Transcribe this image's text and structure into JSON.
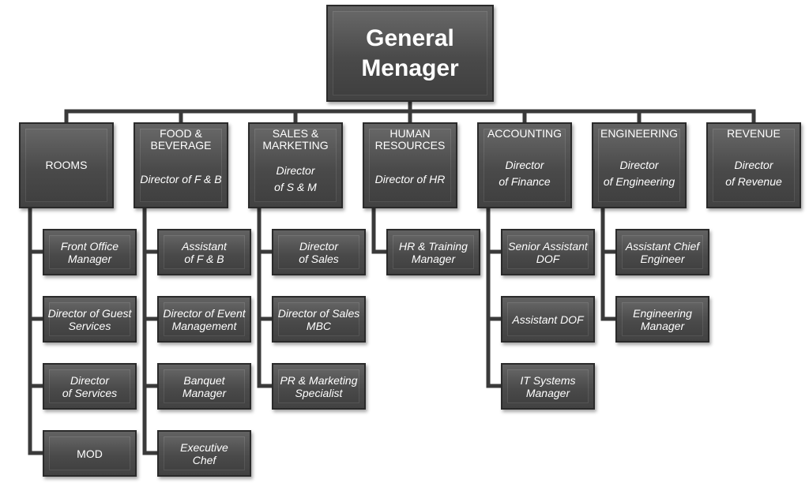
{
  "general_manager": "General\nMenager",
  "departments": [
    {
      "title": "ROOMS",
      "director": "",
      "roles": [
        "Front Office\nManager",
        "Director of Guest\nServices",
        "Director\nof Services",
        "MOD"
      ]
    },
    {
      "title": "FOOD &\nBEVERAGE",
      "director": "Director of F & B",
      "roles": [
        "Assistant\nof F & B",
        "Director of Event\nManagement",
        "Banquet\nManager",
        "Executive\nChef"
      ]
    },
    {
      "title": "SALES &\nMARKETING",
      "director": "Director\nof S & M",
      "roles": [
        "Director\nof Sales",
        "Director of Sales\nMBC",
        "PR & Marketing\nSpecialist"
      ]
    },
    {
      "title": "HUMAN\nRESOURCES",
      "director": "Director of HR",
      "roles": [
        "HR & Training\nManager"
      ]
    },
    {
      "title": "ACCOUNTING",
      "director": "Director\nof Finance",
      "roles": [
        "Senior Assistant\nDOF",
        "Assistant DOF",
        "IT Systems\nManager"
      ]
    },
    {
      "title": "ENGINEERING",
      "director": "Director\nof Engineering",
      "roles": [
        "Assistant Chief\nEngineer",
        "Engineering\nManager"
      ]
    },
    {
      "title": "REVENUE",
      "director": "Director\nof Revenue",
      "roles": []
    }
  ]
}
